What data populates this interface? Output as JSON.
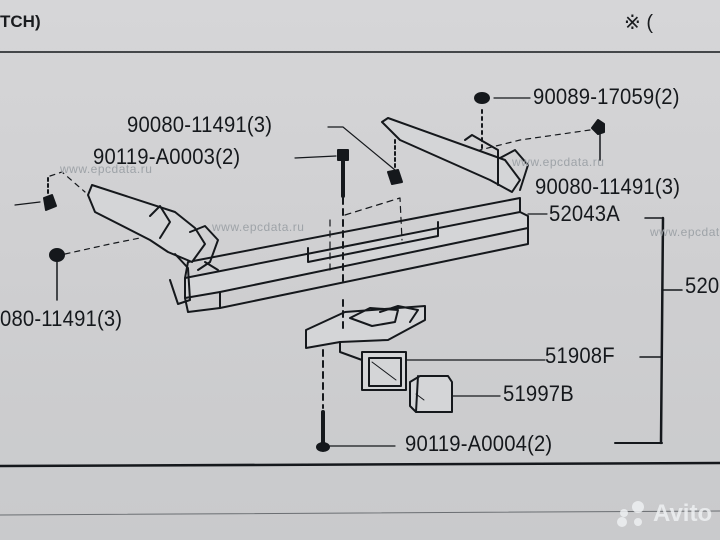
{
  "header": {
    "title_fragment": "TCH)",
    "note_symbol": "※ ("
  },
  "watermark": {
    "text": "www.epcdata.ru",
    "avito_logo": "Avito"
  },
  "callouts": [
    {
      "id": "c1",
      "part_no": "90080-11491(3)"
    },
    {
      "id": "c2",
      "part_no": "90119-A0003(2)"
    },
    {
      "id": "c3",
      "part_no": "90089-17059(2)"
    },
    {
      "id": "c4",
      "part_no": "90080-11491(3)"
    },
    {
      "id": "c5",
      "part_no": "52043A"
    },
    {
      "id": "c6",
      "part_no": "520"
    },
    {
      "id": "c7",
      "part_no": "080-11491(3)"
    },
    {
      "id": "c8",
      "part_no": "51908F"
    },
    {
      "id": "c9",
      "part_no": "51997B"
    },
    {
      "id": "c10",
      "part_no": "90119-A0004(2)"
    }
  ],
  "colors": {
    "ink": "#15181c",
    "paper": "#cfd0d2",
    "watermark": "#9ea3a8"
  }
}
